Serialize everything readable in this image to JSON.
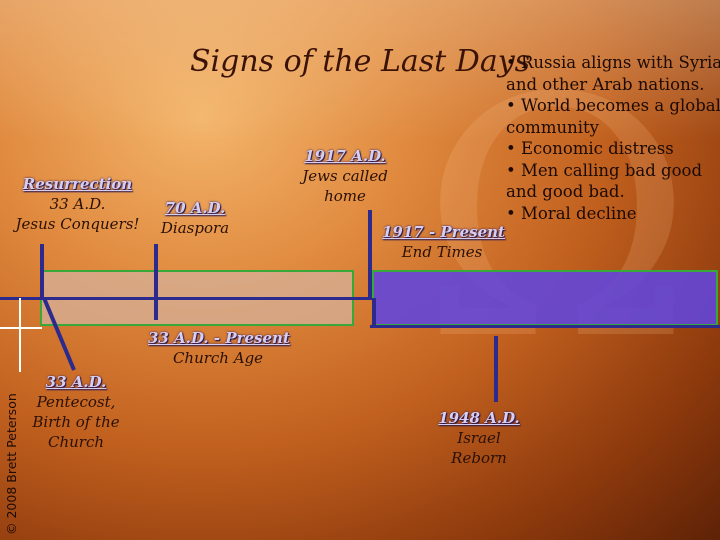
{
  "slide": {
    "title": "Signs of the Last Days",
    "copyright": "© 2008 Brett Peterson"
  },
  "events": {
    "resurrection": {
      "title": "Resurrection",
      "date": "33 A.D.",
      "caption": "Jesus Conquers!"
    },
    "diaspora": {
      "date": "70 A.D.",
      "caption": "Diaspora"
    },
    "jews_home": {
      "date": "1917 A.D.",
      "line1": "Jews called",
      "line2": "home"
    },
    "end_times": {
      "date": "1917 - Present",
      "caption": "End Times"
    },
    "church_age": {
      "date": "33 A.D. - Present",
      "caption": "Church Age"
    },
    "pentecost": {
      "date": "33 A.D.",
      "line1": "Pentecost,",
      "line2": "Birth of the",
      "line3": "Church"
    },
    "israel": {
      "date": "1948 A.D.",
      "line1": "Israel",
      "line2": "Reborn"
    }
  },
  "bullets": [
    "• Russia aligns with Syria",
    "and other Arab nations.",
    "• World becomes a global",
    "community",
    "• Economic distress",
    "• Men calling bad good",
    "and good bad.",
    "• Moral decline"
  ],
  "colors": {
    "accent_timeline": "#2c2a8c",
    "church_age_block": "#d6b096",
    "end_times_block": "#6046de",
    "block_border": "#39a83a"
  }
}
